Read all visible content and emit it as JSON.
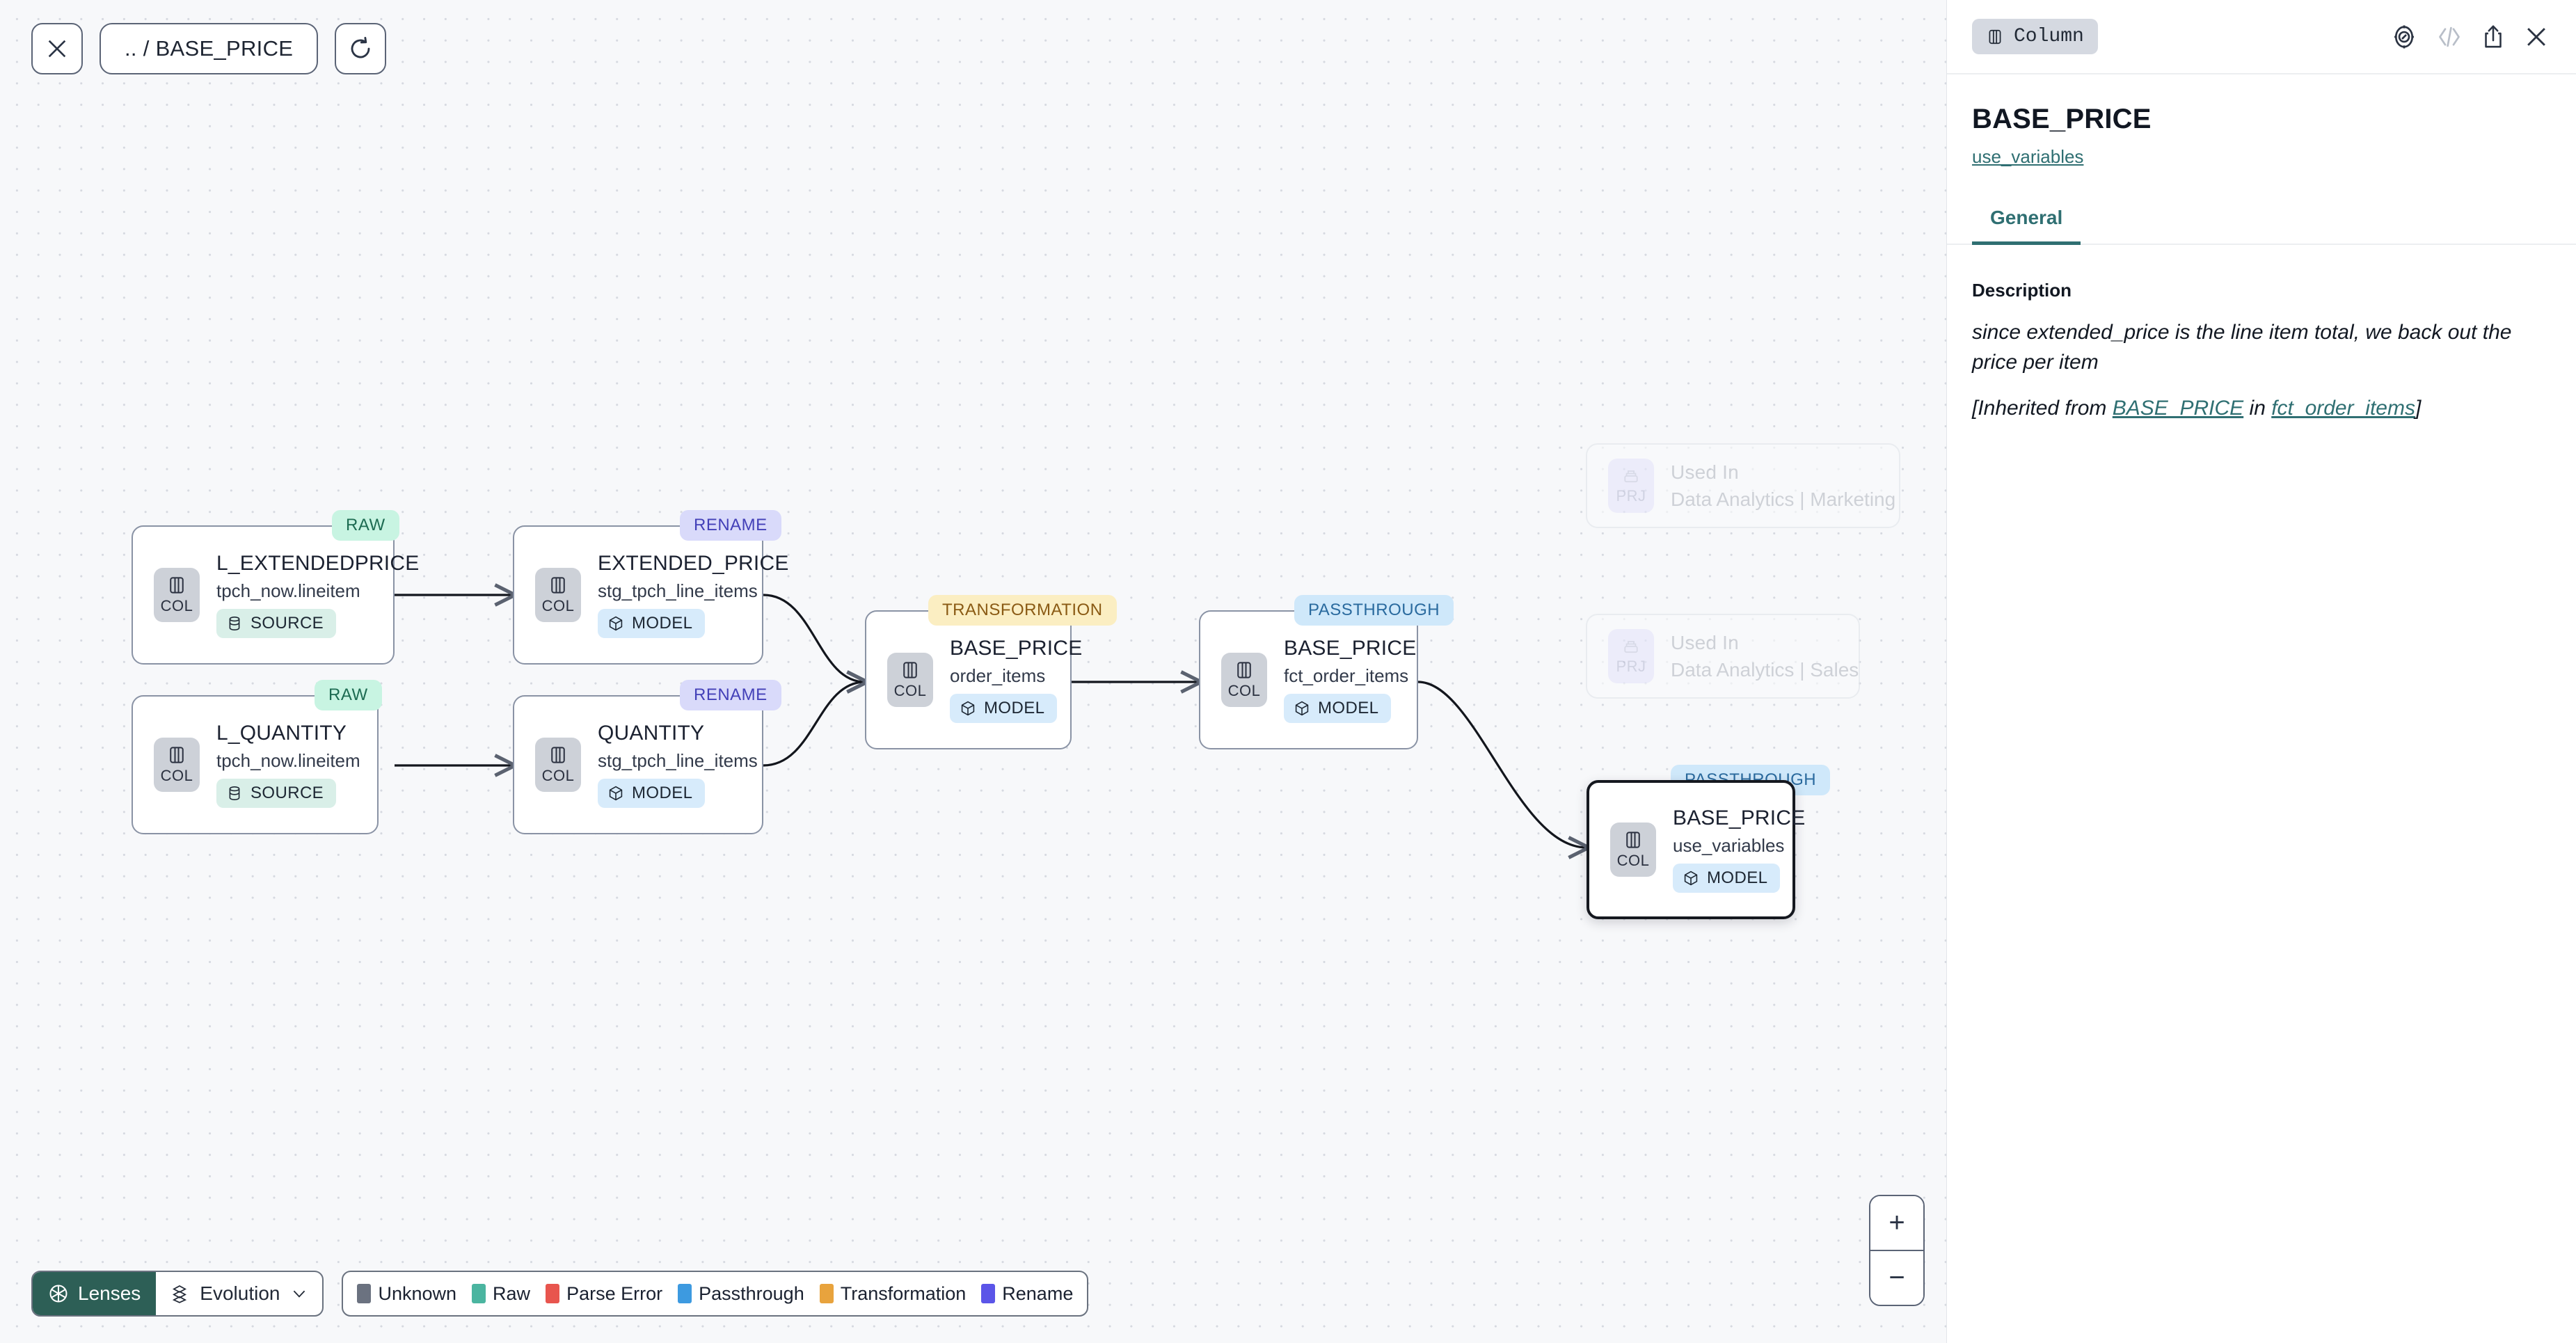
{
  "toolbar": {
    "close_label": "close-icon",
    "breadcrumb": ".. / BASE_PRICE",
    "refresh_label": "refresh-icon"
  },
  "graph": {
    "nodes": [
      {
        "id": "l_extendedprice",
        "badge": "RAW",
        "badge_type": "raw",
        "kind": "COL",
        "title": "L_EXTENDEDPRICE",
        "subtitle": "tpch_now.lineitem",
        "material": "SOURCE",
        "material_type": "source",
        "selected": false,
        "ghost": false
      },
      {
        "id": "extended_price",
        "badge": "RENAME",
        "badge_type": "ren",
        "kind": "COL",
        "title": "EXTENDED_PRICE",
        "subtitle": "stg_tpch_line_items",
        "material": "MODEL",
        "material_type": "model",
        "selected": false,
        "ghost": false
      },
      {
        "id": "l_quantity",
        "badge": "RAW",
        "badge_type": "raw",
        "kind": "COL",
        "title": "L_QUANTITY",
        "subtitle": "tpch_now.lineitem",
        "material": "SOURCE",
        "material_type": "source",
        "selected": false,
        "ghost": false
      },
      {
        "id": "quantity",
        "badge": "RENAME",
        "badge_type": "ren",
        "kind": "COL",
        "title": "QUANTITY",
        "subtitle": "stg_tpch_line_items",
        "material": "MODEL",
        "material_type": "model",
        "selected": false,
        "ghost": false
      },
      {
        "id": "base_price_order_items",
        "badge": "TRANSFORMATION",
        "badge_type": "trans",
        "kind": "COL",
        "title": "BASE_PRICE",
        "subtitle": "order_items",
        "material": "MODEL",
        "material_type": "model",
        "selected": false,
        "ghost": false
      },
      {
        "id": "base_price_fct_order_items",
        "badge": "PASSTHROUGH",
        "badge_type": "pass",
        "kind": "COL",
        "title": "BASE_PRICE",
        "subtitle": "fct_order_items",
        "material": "MODEL",
        "material_type": "model",
        "selected": false,
        "ghost": false
      },
      {
        "id": "base_price_use_variables",
        "badge": "PASSTHROUGH",
        "badge_type": "pass",
        "kind": "COL",
        "title": "BASE_PRICE",
        "subtitle": "use_variables",
        "material": "MODEL",
        "material_type": "model",
        "selected": true,
        "ghost": false
      },
      {
        "id": "used_in_marketing",
        "badge": "",
        "badge_type": "",
        "kind": "PRJ",
        "title": "Used In",
        "subtitle": "Data Analytics | Marketing",
        "material": "",
        "material_type": "",
        "selected": false,
        "ghost": true
      },
      {
        "id": "used_in_sales",
        "badge": "",
        "badge_type": "",
        "kind": "PRJ",
        "title": "Used In",
        "subtitle": "Data Analytics | Sales",
        "material": "",
        "material_type": "",
        "selected": false,
        "ghost": true
      }
    ]
  },
  "bottom_bar": {
    "lenses_label": "Lenses",
    "evolution_label": "Evolution",
    "legend": [
      {
        "label": "Unknown",
        "color": "#6b7280"
      },
      {
        "label": "Raw",
        "color": "#4bb5a0"
      },
      {
        "label": "Parse Error",
        "color": "#e8554e"
      },
      {
        "label": "Passthrough",
        "color": "#3d9ae0"
      },
      {
        "label": "Transformation",
        "color": "#e8a33d"
      },
      {
        "label": "Rename",
        "color": "#5b55e8"
      }
    ]
  },
  "zoom_controls": {
    "zoom_in": "+",
    "zoom_out": "−"
  },
  "panel": {
    "type_chip": "Column",
    "title": "BASE_PRICE",
    "parent_link": "use_variables",
    "tabs": [
      {
        "label": "General",
        "active": true
      }
    ],
    "description_label": "Description",
    "description_text": "since extended_price is the line item total, we back out the price per item",
    "inherited_prefix": "[Inherited from ",
    "inherited_column": "BASE_PRICE",
    "inherited_middle": " in ",
    "inherited_model": "fct_order_items",
    "inherited_suffix": "]"
  },
  "colors": {
    "accent_teal": "#2f6f72",
    "lenses_bg": "#2d5f56",
    "canvas_bg": "#f7f8fa"
  }
}
